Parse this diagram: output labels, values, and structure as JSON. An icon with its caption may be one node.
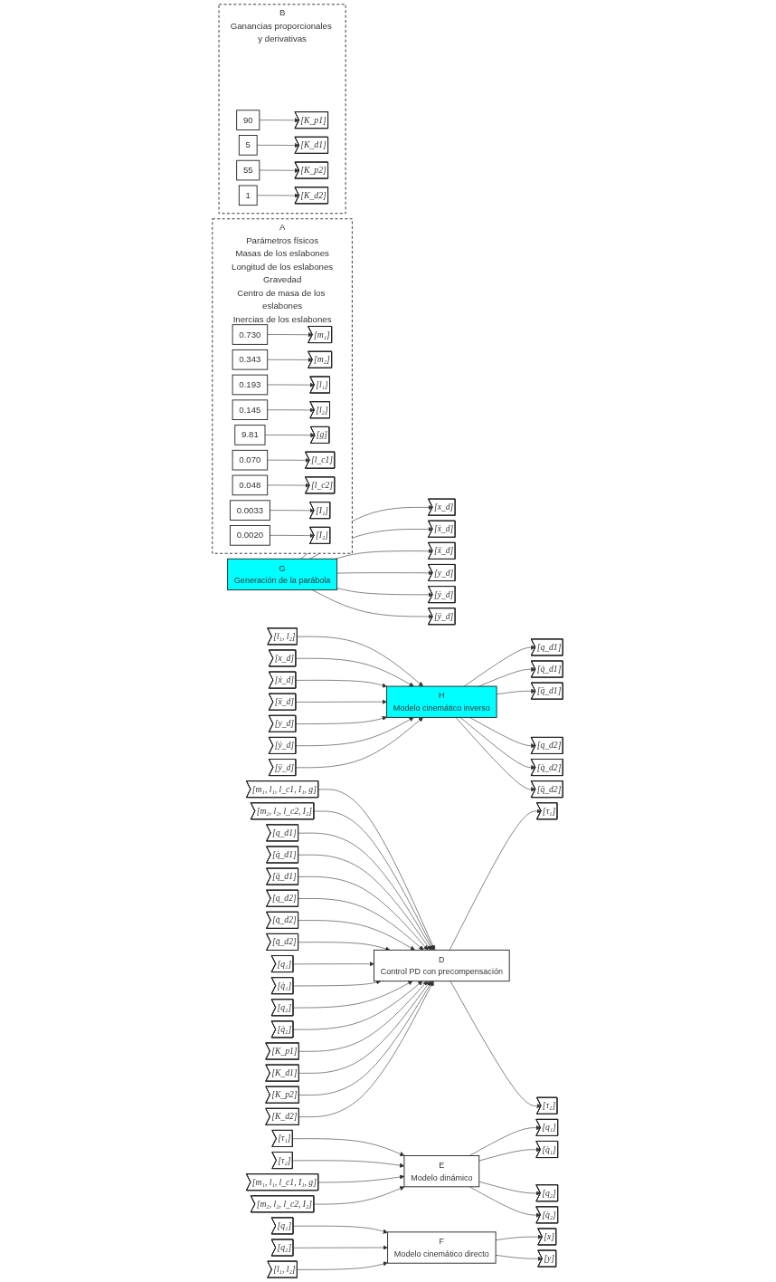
{
  "diagram": {
    "nodes": [
      {
        "text": [
          "A",
          "Parámetros físicos",
          "Masas de los eslabones",
          "Longitud de los eslabones",
          "Gravedad",
          "Centro de masa de los eslabones",
          "Inercias de los eslabones"
        ]
      },
      {
        "text": [
          "0.730"
        ],
        "in": 0
      },
      {
        "text": [
          "[m₁]"
        ],
        "in": 0
      },
      {
        "text": [
          "0.343"
        ],
        "in": 0
      },
      {
        "text": [
          "[m₂]"
        ],
        "in": 0
      },
      {
        "text": [
          "0.193"
        ],
        "in": 0
      },
      {
        "text": [
          "[l₁]"
        ],
        "in": 0
      },
      {
        "text": [
          "0.145"
        ],
        "in": 0
      },
      {
        "text": [
          "[l₂]"
        ],
        "in": 0
      },
      {
        "text": [
          "9.81"
        ],
        "in": 0
      },
      {
        "text": [
          "[g]"
        ],
        "in": 0
      },
      {
        "text": [
          "0.070"
        ],
        "in": 0
      },
      {
        "text": [
          "[l_c1]"
        ],
        "in": 0
      },
      {
        "text": [
          "0.048"
        ],
        "in": 0
      },
      {
        "text": [
          "[l_c2]"
        ],
        "in": 0
      },
      {
        "text": [
          "0.0033"
        ],
        "in": 0
      },
      {
        "text": [
          "[I₁]"
        ],
        "in": 0
      },
      {
        "text": [
          "0.0020"
        ],
        "in": 0
      },
      {
        "text": [
          "[I₂]"
        ],
        "in": 0
      },
      {
        "text": [
          "B",
          "Ganancias proporcionales y derivativas"
        ]
      },
      {
        "text": [
          "90"
        ],
        "in": 19
      },
      {
        "text": [
          "[K_p1]"
        ],
        "in": 19
      },
      {
        "text": [
          "5"
        ],
        "in": 19
      },
      {
        "text": [
          "[K_d1]"
        ],
        "in": 19
      },
      {
        "text": [
          "55"
        ],
        "in": 19
      },
      {
        "text": [
          "[K_p2]"
        ],
        "in": 19
      },
      {
        "text": [
          "1"
        ],
        "in": 19
      },
      {
        "text": [
          "[K_d2]"
        ],
        "in": 19
      },
      {
        "text": [
          "G",
          "Generación de la parábola"
        ]
      },
      {
        "text": [
          "[x_d]"
        ]
      },
      {
        "text": [
          "[ẋ_d]"
        ]
      },
      {
        "text": [
          "[ẍ_d]"
        ]
      },
      {
        "text": [
          "[y_d]"
        ]
      },
      {
        "text": [
          "[ẏ_d]"
        ]
      },
      {
        "text": [
          "[ÿ_d]"
        ]
      },
      {
        "text": [
          "[l₁, l₂]"
        ]
      },
      {
        "text": [
          "[x_d]"
        ]
      },
      {
        "text": [
          "[ẋ_d]"
        ]
      },
      {
        "text": [
          "[ẍ_d]"
        ]
      },
      {
        "text": [
          "[y_d]"
        ]
      },
      {
        "text": [
          "[ẏ_d]"
        ]
      },
      {
        "text": [
          "[ÿ_d]"
        ]
      },
      {
        "text": [
          "H",
          "Modelo cinemático inverso"
        ]
      },
      {
        "text": [
          "[q_d1]"
        ]
      },
      {
        "text": [
          "[q̇_d1]"
        ]
      },
      {
        "text": [
          "[q̈_d1]"
        ]
      },
      {
        "text": [
          "[q_d2]"
        ]
      },
      {
        "text": [
          "[q̇_d2]"
        ]
      },
      {
        "text": [
          "[q̈_d2]"
        ]
      },
      {
        "text": [
          "[m₁, l₁, l_c1, I₁, g]"
        ]
      },
      {
        "text": [
          "[m₂, l₂, l_c2, I₂]"
        ]
      },
      {
        "text": [
          "[q_d1]"
        ]
      },
      {
        "text": [
          "[q̇_d1]"
        ]
      },
      {
        "text": [
          "[q̈_d1]"
        ]
      },
      {
        "text": [
          "[q_d2]"
        ]
      },
      {
        "text": [
          "[q̇_d2]"
        ]
      },
      {
        "text": [
          "[q̈_d2]"
        ]
      },
      {
        "text": [
          "[q₁]"
        ]
      },
      {
        "text": [
          "[q̇₁]"
        ]
      },
      {
        "text": [
          "[q₂]"
        ]
      },
      {
        "text": [
          "[q̇₂]"
        ]
      },
      {
        "text": [
          "[K_p1]"
        ]
      },
      {
        "text": [
          "[K_d1]"
        ]
      },
      {
        "text": [
          "[K_p2]"
        ]
      },
      {
        "text": [
          "[K_d2]"
        ]
      },
      {
        "text": [
          "D",
          "Control PD con precompensación"
        ]
      },
      {
        "text": [
          "[τ₁]"
        ]
      },
      {
        "text": [
          "[τ₂]"
        ]
      },
      {
        "text": [
          "[τ₁]"
        ]
      },
      {
        "text": [
          "[τ₂]"
        ]
      },
      {
        "text": [
          "[m₁, l₁, l_c1, I₁, g]"
        ]
      },
      {
        "text": [
          "[m₂, l₂, l_c2, I₂]"
        ]
      },
      {
        "text": [
          "E",
          "Modelo dinámico"
        ]
      },
      {
        "text": [
          "[q₁]"
        ]
      },
      {
        "text": [
          "[q̇₁]"
        ]
      },
      {
        "text": [
          "[q₂]"
        ]
      },
      {
        "text": [
          "[q̇₂]"
        ]
      },
      {
        "text": [
          "[q₁]"
        ]
      },
      {
        "text": [
          "[q₂]"
        ]
      },
      {
        "text": [
          "[l₁, l₂]"
        ]
      },
      {
        "text": [
          "F",
          "Modelo cinemático directo"
        ]
      },
      {
        "text": [
          "[x]"
        ]
      },
      {
        "text": [
          "[y]"
        ]
      }
    ],
    "edges": [
      {
        "from": 1,
        "to": 2,
        "arrow": "to"
      },
      {
        "from": 3,
        "to": 4,
        "arrow": "to"
      },
      {
        "from": 5,
        "to": 6,
        "arrow": "to"
      },
      {
        "from": 7,
        "to": 8,
        "arrow": "to"
      },
      {
        "from": 9,
        "to": 10,
        "arrow": "to"
      },
      {
        "from": 11,
        "to": 12,
        "arrow": "to"
      },
      {
        "from": 13,
        "to": 14,
        "arrow": "to"
      },
      {
        "from": 15,
        "to": 16,
        "arrow": "to"
      },
      {
        "from": 17,
        "to": 18,
        "arrow": "to"
      },
      {
        "from": 20,
        "to": 21,
        "arrow": "to"
      },
      {
        "from": 22,
        "to": 23,
        "arrow": "to"
      },
      {
        "from": 24,
        "to": 25,
        "arrow": "to"
      },
      {
        "from": 26,
        "to": 27,
        "arrow": "to"
      },
      {
        "from": 28,
        "to": 29,
        "arrow": "to"
      },
      {
        "from": 28,
        "to": 30,
        "arrow": "to"
      },
      {
        "from": 28,
        "to": 31,
        "arrow": "to"
      },
      {
        "from": 28,
        "to": 32,
        "arrow": "to"
      },
      {
        "from": 28,
        "to": 33,
        "arrow": "to"
      },
      {
        "from": 28,
        "to": 34,
        "arrow": "to"
      },
      {
        "from": 35,
        "to": 42,
        "arrow": "to"
      },
      {
        "from": 36,
        "to": 42,
        "arrow": "to"
      },
      {
        "from": 37,
        "to": 42,
        "arrow": "to"
      },
      {
        "from": 38,
        "to": 42,
        "arrow": "to"
      },
      {
        "from": 39,
        "to": 42,
        "arrow": "to"
      },
      {
        "from": 40,
        "to": 42,
        "arrow": "to"
      },
      {
        "from": 41,
        "to": 42,
        "arrow": "to"
      },
      {
        "from": 42,
        "to": 43,
        "arrow": "to"
      },
      {
        "from": 42,
        "to": 44,
        "arrow": "to"
      },
      {
        "from": 42,
        "to": 45,
        "arrow": "to"
      },
      {
        "from": 42,
        "to": 46,
        "arrow": "to"
      },
      {
        "from": 42,
        "to": 47,
        "arrow": "to"
      },
      {
        "from": 42,
        "to": 48,
        "arrow": "to"
      },
      {
        "from": 49,
        "to": 65,
        "arrow": "to"
      },
      {
        "from": 50,
        "to": 65,
        "arrow": "to"
      },
      {
        "from": 51,
        "to": 65,
        "arrow": "to"
      },
      {
        "from": 52,
        "to": 65,
        "arrow": "to"
      },
      {
        "from": 53,
        "to": 65,
        "arrow": "to"
      },
      {
        "from": 54,
        "to": 65,
        "arrow": "to"
      },
      {
        "from": 55,
        "to": 65,
        "arrow": "to"
      },
      {
        "from": 56,
        "to": 65,
        "arrow": "to"
      },
      {
        "from": 57,
        "to": 65,
        "arrow": "to"
      },
      {
        "from": 58,
        "to": 65,
        "arrow": "to"
      },
      {
        "from": 59,
        "to": 65,
        "arrow": "to"
      },
      {
        "from": 60,
        "to": 65,
        "arrow": "to"
      },
      {
        "from": 61,
        "to": 65,
        "arrow": "to"
      },
      {
        "from": 62,
        "to": 65,
        "arrow": "to"
      },
      {
        "from": 63,
        "to": 65,
        "arrow": "to"
      },
      {
        "from": 64,
        "to": 65,
        "arrow": "to"
      },
      {
        "from": 65,
        "to": 66,
        "arrow": "to"
      },
      {
        "from": 65,
        "to": 67,
        "arrow": "to"
      },
      {
        "from": 68,
        "to": 72,
        "arrow": "to"
      },
      {
        "from": 69,
        "to": 72,
        "arrow": "to"
      },
      {
        "from": 70,
        "to": 72,
        "arrow": "to"
      },
      {
        "from": 71,
        "to": 72,
        "arrow": "to"
      },
      {
        "from": 72,
        "to": 73,
        "arrow": "to"
      },
      {
        "from": 72,
        "to": 74,
        "arrow": "to"
      },
      {
        "from": 72,
        "to": 75,
        "arrow": "to"
      },
      {
        "from": 72,
        "to": 76,
        "arrow": "to"
      },
      {
        "from": 77,
        "to": 80,
        "arrow": "to"
      },
      {
        "from": 78,
        "to": 80,
        "arrow": "to"
      },
      {
        "from": 79,
        "to": 80,
        "arrow": "to"
      },
      {
        "from": 80,
        "to": 81,
        "arrow": "to"
      },
      {
        "from": 80,
        "to": 82,
        "arrow": "to"
      }
    ]
  }
}
